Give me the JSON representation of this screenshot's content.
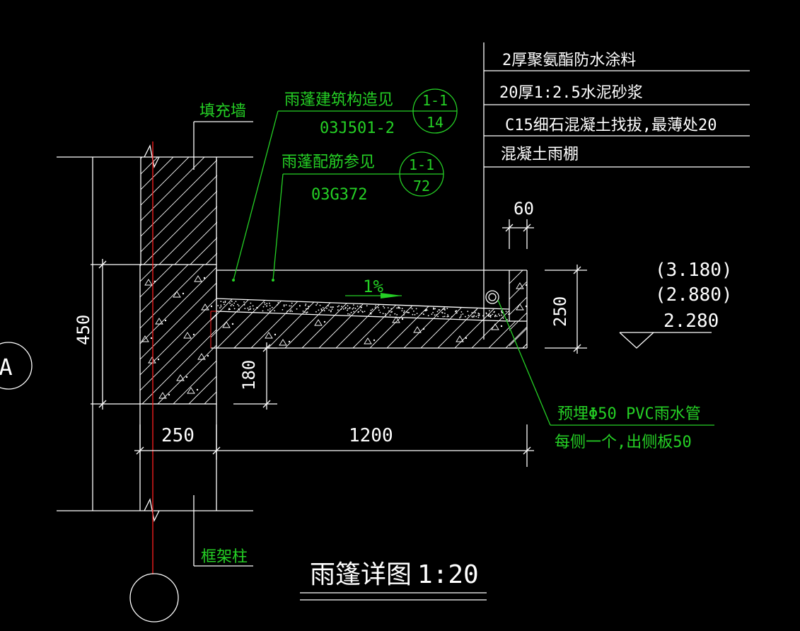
{
  "layers": {
    "finish": [
      "2厚聚氨酯防水涂料",
      "20厚1:2.5水泥砂浆",
      "C15细石混凝土找拔,最薄处20",
      "混凝土雨棚"
    ]
  },
  "references": {
    "architecture": {
      "text": "雨蓬建筑构造见",
      "code": "03J501-2",
      "detail": "1-1",
      "sheet": "14"
    },
    "reinforcement": {
      "text": "雨蓬配筋参见",
      "code": "03G372",
      "detail": "1-1",
      "sheet": "72"
    }
  },
  "wall_labels": {
    "infill": "填充墙",
    "column": "框架柱"
  },
  "axis": {
    "label": "A"
  },
  "slope": "1%",
  "dimensions": {
    "d60": "60",
    "d250_right": "250",
    "d450": "450",
    "d180": "180",
    "d250_bottom": "250",
    "d1200": "1200"
  },
  "elevations": [
    "(3.180)",
    "(2.880)",
    "2.280"
  ],
  "drain_note": {
    "line1": "预埋Φ50 PVC雨水管",
    "line2": "每侧一个,出侧板50"
  },
  "title": {
    "name": "雨篷详图",
    "scale": "1:20"
  },
  "colors": {
    "background": "#000000",
    "line": "#ffffff",
    "text": "#25d025",
    "axis_line": "#ff2020"
  }
}
